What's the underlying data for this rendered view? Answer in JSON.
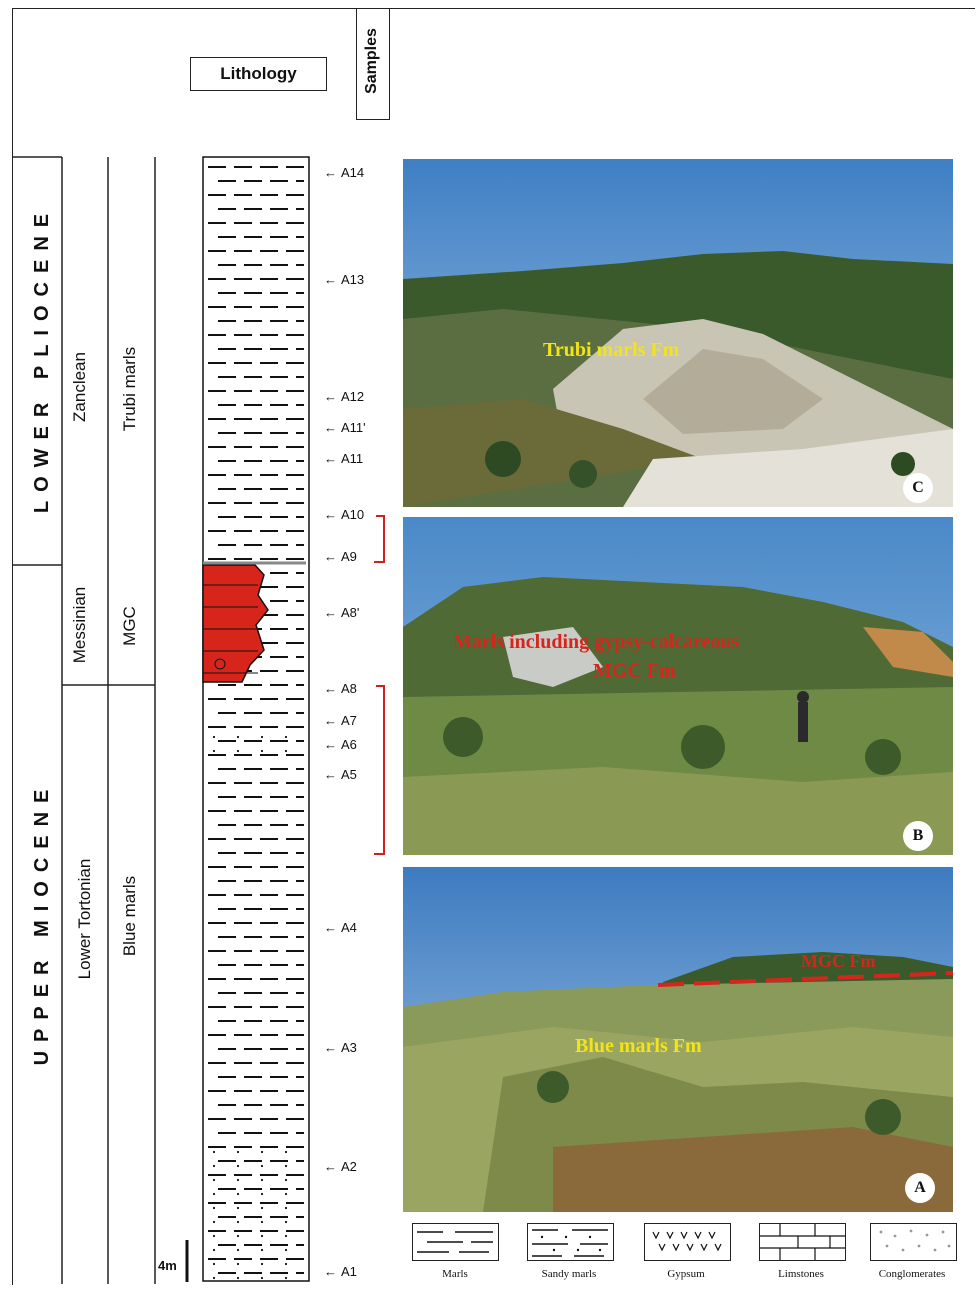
{
  "headers": {
    "lithology": "Lithology",
    "samples": "Samples"
  },
  "epochs": {
    "lower_pliocene": "LOWER PLIOCENE",
    "upper_miocene": "UPPER MIOCENE"
  },
  "stages": {
    "zanclean": "Zanclean",
    "messinian": "Messinian",
    "lower_tortonian": "Lower Tortonian"
  },
  "formations": {
    "trubi": "Trubi marls",
    "mgc": "MGC",
    "blue": "Blue marls"
  },
  "samples": [
    "A14",
    "A13",
    "A12",
    "A11'",
    "A11",
    "A10",
    "A9",
    "A8'",
    "A8",
    "A7",
    "A6",
    "A5",
    "A4",
    "A3",
    "A2",
    "A1"
  ],
  "scale_label": "4m",
  "photos": {
    "c": {
      "label": "C",
      "caption": "Trubi marls Fm"
    },
    "b": {
      "label": "B",
      "caption_line1": "Marls including gypsy-calcareous",
      "caption_line2": "MGC Fm"
    },
    "a": {
      "label": "A",
      "caption": "Blue marls Fm",
      "line_caption": "MGC Fm"
    }
  },
  "legend": [
    "Marls",
    "Sandy marls",
    "Gypsum",
    "Limstones",
    "Conglomerates"
  ],
  "colors": {
    "limestone": "#d8251c",
    "bracket": "#cc2222",
    "caption_yellow": "#f2e418",
    "caption_red": "#d8251c",
    "sky": "#6fa2d4"
  }
}
